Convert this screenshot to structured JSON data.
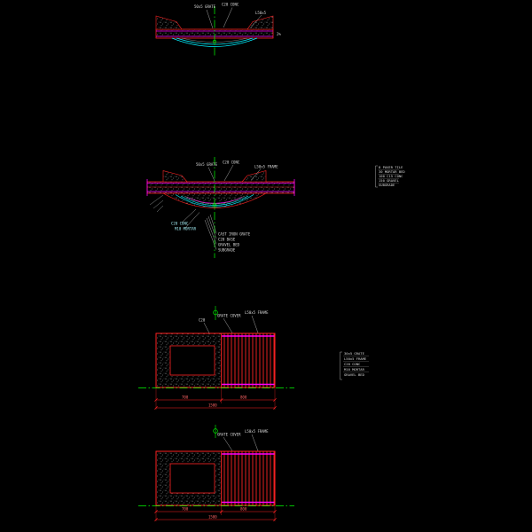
{
  "drawing": {
    "background": "#000000",
    "colors": {
      "line_red": "#ff2222",
      "line_magenta": "#ff00ff",
      "line_cyan": "#00f0ff",
      "centerline_green": "#00ff00",
      "hatch_gray": "#9aa0a0",
      "text": "#d9d9d9",
      "dim_text": "#ff6666"
    },
    "sec1": {
      "label_grate": "50x5 GRATE",
      "label_conc": "C20 CONC",
      "label_frame": "L50x5",
      "label_slope": "2%"
    },
    "sec2": {
      "t_grate": "50x5 GRATE",
      "t_conc": "C20 CONC",
      "t_frame": "L50x5 FRAME",
      "b1": "C20 CONC",
      "b2": "M10 MORTAR",
      "b3": "CAST IRON GRATE",
      "b4": "C20 BASE",
      "b5": "GRAVEL BED",
      "b6": "SUBGRADE",
      "notes": [
        "8 PAVER TILE",
        "30 MORTAR BED",
        "100 C15 CONC",
        "150 GRAVEL",
        "SUBGRADE"
      ]
    },
    "plan1": {
      "t1": "GRATE COVER",
      "t2": "L50x5 FRAME",
      "t3": "C20",
      "dim_left": "700",
      "dim_right": "800",
      "dim_total": "1500",
      "legend": [
        "30x5 GRATE",
        "L50x5 FRAME",
        "C20 CONC",
        "M10 MORTAR",
        "GRAVEL BED"
      ]
    },
    "plan2": {
      "t1": "GRATE COVER",
      "t2": "L50x5 FRAME",
      "dim_left": "700",
      "dim_right": "800",
      "dim_total": "1500"
    }
  }
}
